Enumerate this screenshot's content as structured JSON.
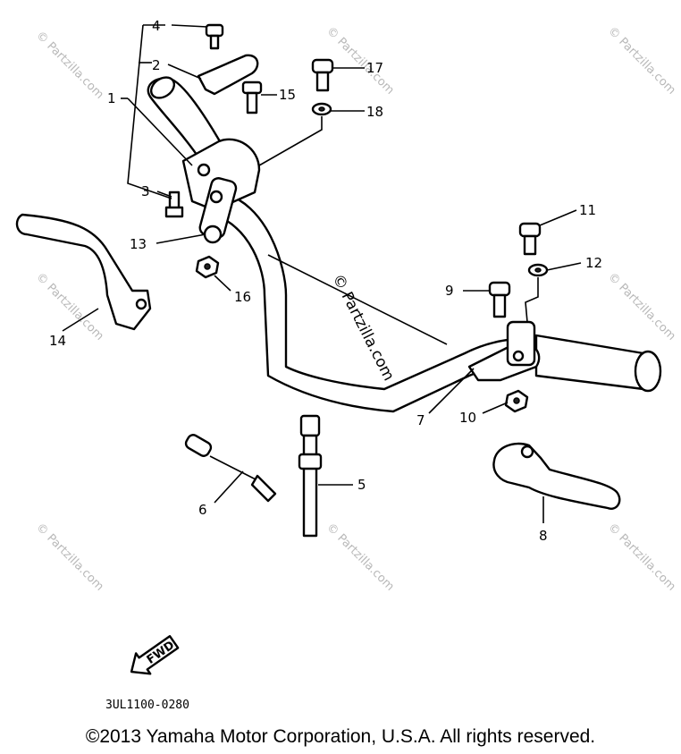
{
  "callouts": {
    "c1": "1",
    "c2": "2",
    "c3": "3",
    "c4": "4",
    "c5": "5",
    "c6": "6",
    "c7": "7",
    "c8": "8",
    "c9": "9",
    "c10": "10",
    "c11": "11",
    "c12": "12",
    "c13": "13",
    "c14": "14",
    "c15": "15",
    "c16": "16",
    "c17": "17",
    "c18": "18"
  },
  "watermark": "© Partzilla.com",
  "fwd_label": "FWD",
  "diagram_code": "3UL1100-0280",
  "copyright": "©2013 Yamaha Motor Corporation, U.S.A. All rights reserved."
}
